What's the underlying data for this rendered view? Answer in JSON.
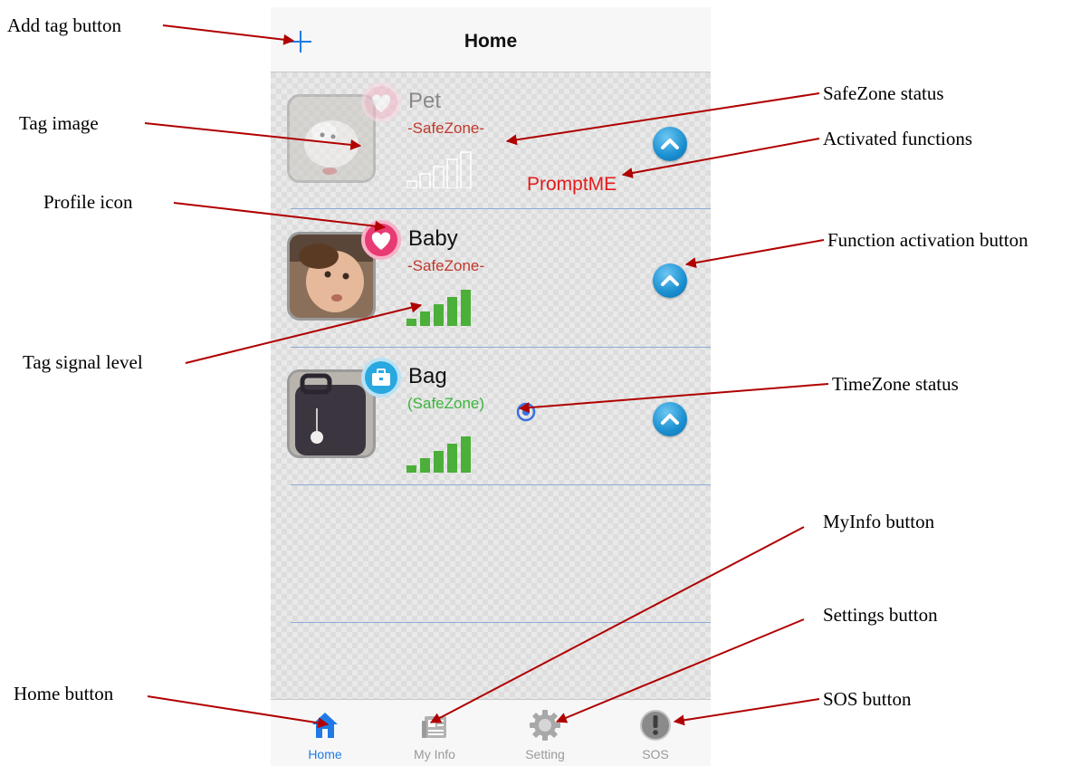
{
  "annotations": {
    "add_tag_button": "Add tag button",
    "tag_image": "Tag image",
    "profile_icon": "Profile icon",
    "tag_signal_level": "Tag signal level",
    "home_button": "Home button",
    "safezone_status": "SafeZone status",
    "activated_functions": "Activated functions",
    "function_activation_button": "Function activation button",
    "timezone_status": "TimeZone status",
    "myinfo_button": "MyInfo button",
    "settings_button": "Settings button",
    "sos_button": "SOS button"
  },
  "nav": {
    "title": "Home"
  },
  "tags": [
    {
      "name": "Pet",
      "zone": "-SafeZone-",
      "zone_color": "#c0392b",
      "profile_icon": "heart-icon",
      "signal_bars_lit": 0,
      "function_label": "PromptME",
      "faded": true
    },
    {
      "name": "Baby",
      "zone": "-SafeZone-",
      "zone_color": "#c0392b",
      "profile_icon": "heart-icon",
      "signal_bars_lit": 5,
      "faded": false
    },
    {
      "name": "Bag",
      "zone": "(SafeZone)",
      "zone_color": "#3cb43c",
      "profile_icon": "briefcase-icon",
      "signal_bars_lit": 5,
      "timezone_icon": "timezone-icon",
      "faded": false
    }
  ],
  "tabs": [
    {
      "label": "Home",
      "icon": "home-icon",
      "active": true
    },
    {
      "label": "My Info",
      "icon": "newspaper-icon",
      "active": false
    },
    {
      "label": "Setting",
      "icon": "gear-icon",
      "active": false
    },
    {
      "label": "SOS",
      "icon": "alert-icon",
      "active": false
    }
  ],
  "colors": {
    "accent": "#1f7ae6",
    "arrow": "#b00000",
    "signal": "#4caf3a",
    "function_text": "#e41b1b",
    "pink": "#e83a73",
    "blue_icon": "#29a8e0"
  }
}
